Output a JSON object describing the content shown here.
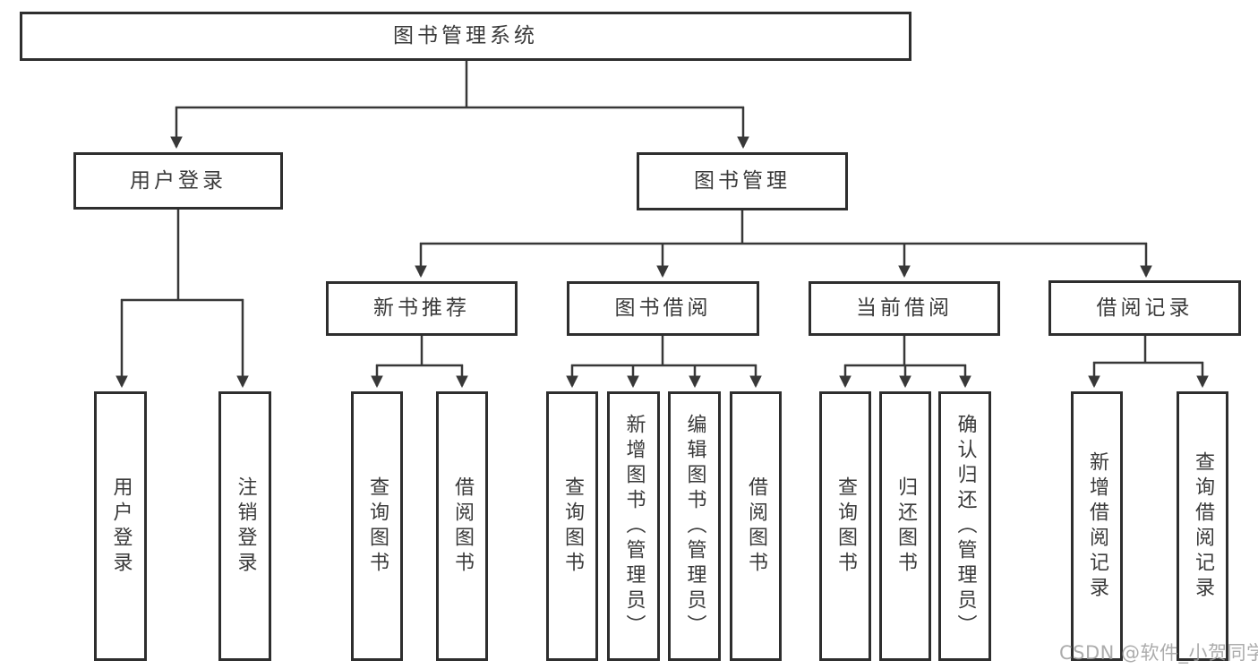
{
  "diagram_title": "图书管理系统",
  "tree": {
    "root": {
      "label": "图书管理系统",
      "children": [
        {
          "label": "用户登录",
          "children": [
            {
              "label": "用户登录"
            },
            {
              "label": "注销登录"
            }
          ]
        },
        {
          "label": "图书管理",
          "children": [
            {
              "label": "新书推荐",
              "children": [
                {
                  "label": "查询图书"
                },
                {
                  "label": "借阅图书"
                }
              ]
            },
            {
              "label": "图书借阅",
              "children": [
                {
                  "label": "查询图书"
                },
                {
                  "label": "新增图书（管理员）"
                },
                {
                  "label": "编辑图书（管理员）"
                },
                {
                  "label": "借阅图书"
                }
              ]
            },
            {
              "label": "当前借阅",
              "children": [
                {
                  "label": "查询图书"
                },
                {
                  "label": "归还图书"
                },
                {
                  "label": "确认归还（管理员）"
                }
              ]
            },
            {
              "label": "借阅记录",
              "children": [
                {
                  "label": "新增借阅记录"
                },
                {
                  "label": "查询借阅记录"
                }
              ]
            }
          ]
        }
      ]
    }
  },
  "watermark": {
    "text": "CSDN @软件_小贺同学"
  },
  "colors": {
    "background": "#ffffff",
    "box_border": "#2e2e2e",
    "connector_line": "#383838",
    "text": "#3a3a3a",
    "watermark_text": "#9e9e9e"
  }
}
